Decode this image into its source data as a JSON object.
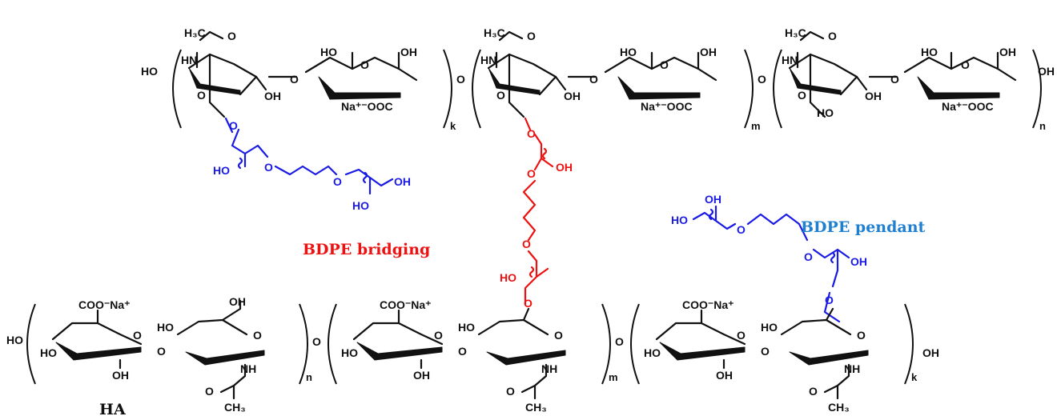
{
  "labels": {
    "bridging": "BDPE bridging",
    "pendant": "BDPE pendant",
    "ha": "HA"
  },
  "atoms": {
    "ho": "HO",
    "oh": "OH",
    "o": "O",
    "nh": "NH",
    "hn": "HN",
    "h3c": "H₃C",
    "ch3": "CH₃",
    "na_carbox": "Na⁺⁻OOC",
    "coo_na": "COO⁻Na⁺"
  },
  "subscripts": {
    "k": "k",
    "m": "m",
    "n": "n"
  },
  "colors": {
    "pendant_chain": "#1a1ae6",
    "bridging_chain": "#ee1111",
    "pendant_label": "#1f7fd0",
    "skeleton": "#111111"
  }
}
